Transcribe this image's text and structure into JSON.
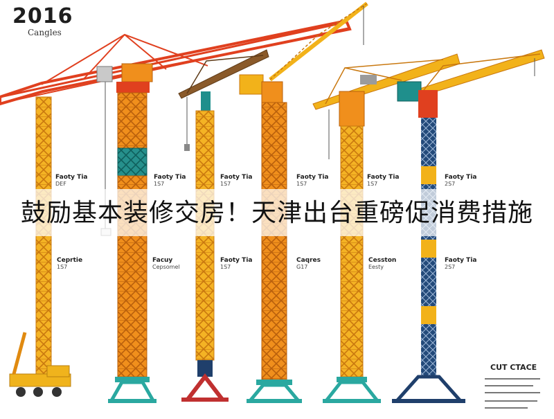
{
  "header": {
    "year": "2016",
    "subtitle": "Cangles"
  },
  "headline": "鼓励基本装修交房！天津出台重磅促消费措施",
  "crane_labels_upper": [
    {
      "title": "Faoty Tia",
      "code": "DEF"
    },
    {
      "title": "Faoty Tia",
      "code": "1S7"
    },
    {
      "title": "Faoty Tia",
      "code": "1S7"
    },
    {
      "title": "Faoty Tia",
      "code": "1S7"
    },
    {
      "title": "Faoty Tia",
      "code": "1S7"
    },
    {
      "title": "Faoty Tia",
      "code": "2S7"
    }
  ],
  "crane_labels_lower": [
    {
      "title": "Ceprtie",
      "code": "1S7"
    },
    {
      "title": "Facuy",
      "code": "Cepsomel"
    },
    {
      "title": "Faoty Tia",
      "code": "1S7"
    },
    {
      "title": "Caqres",
      "code": "G17"
    },
    {
      "title": "Cesston",
      "code": "Eesty"
    },
    {
      "title": "Faoty Tia",
      "code": "2S7"
    }
  ],
  "legend_title": "CUT CTACE",
  "colors": {
    "mast_yellow": "#f2b21a",
    "mast_orange": "#ef8a16",
    "jib_red": "#e0401f",
    "teal": "#1f8f8c",
    "base_teal": "#2aa8a0",
    "navy": "#1f3f6b"
  }
}
